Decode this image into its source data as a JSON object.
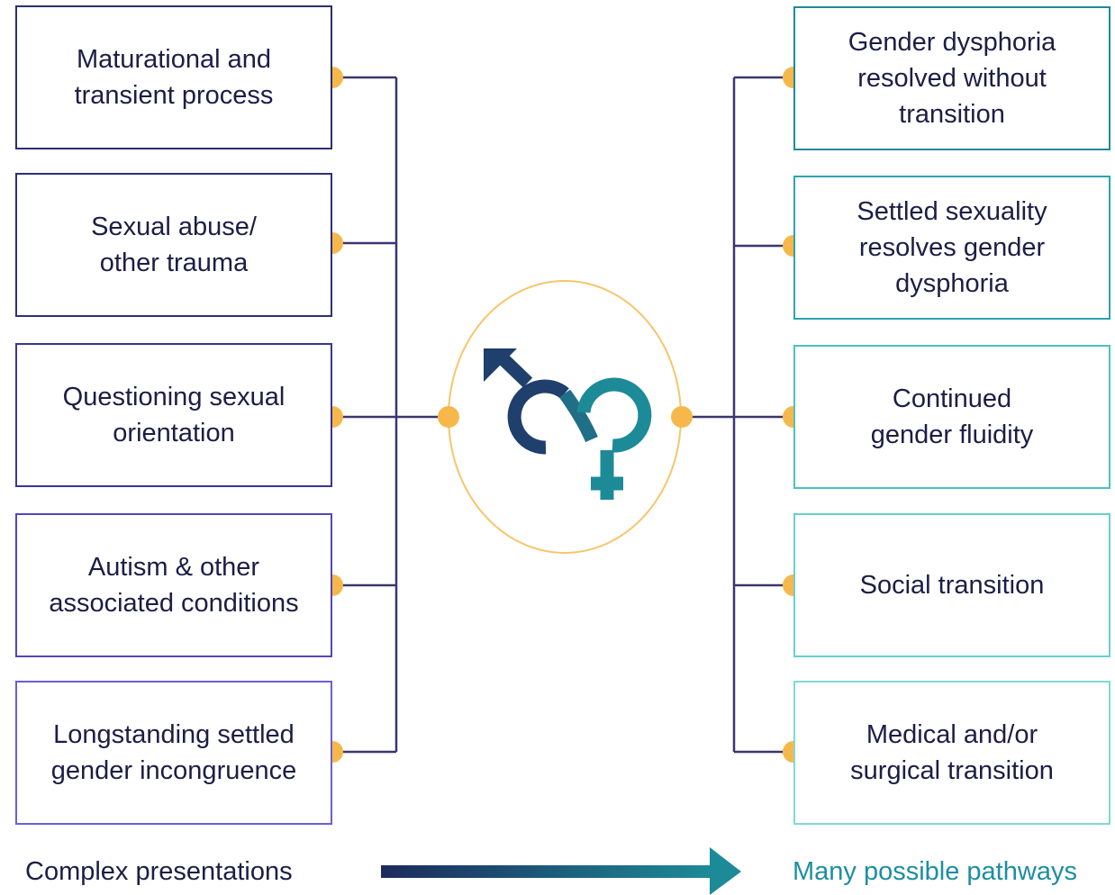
{
  "left_column": {
    "title": "Complex presentations",
    "items": [
      "Maturational and\ntransient process",
      "Sexual abuse/\nother trauma",
      "Questioning sexual\norientation",
      "Autism & other\nassociated conditions",
      "Longstanding settled\ngender incongruence"
    ]
  },
  "right_column": {
    "title": "Many possible pathways",
    "items": [
      "Gender dysphoria\nresolved without\ntransition",
      "Settled sexuality\nresolves gender\ndysphoria",
      "Continued\ngender fluidity",
      "Social transition",
      "Medical and/or\nsurgical transition"
    ]
  },
  "center": {
    "icon": "gender-fluid-symbol-icon"
  },
  "colors": {
    "left_border_top": "#2c2f6b",
    "left_border_bottom": "#6b5fd6",
    "right_border_top": "#1f8a9a",
    "right_border_bottom": "#7fdad8",
    "node": "#f7b84b",
    "line": "#3a3670",
    "arrow_start": "#1c2a5c",
    "arrow_end": "#1d8a98",
    "right_caption": "#1d8fa0"
  }
}
